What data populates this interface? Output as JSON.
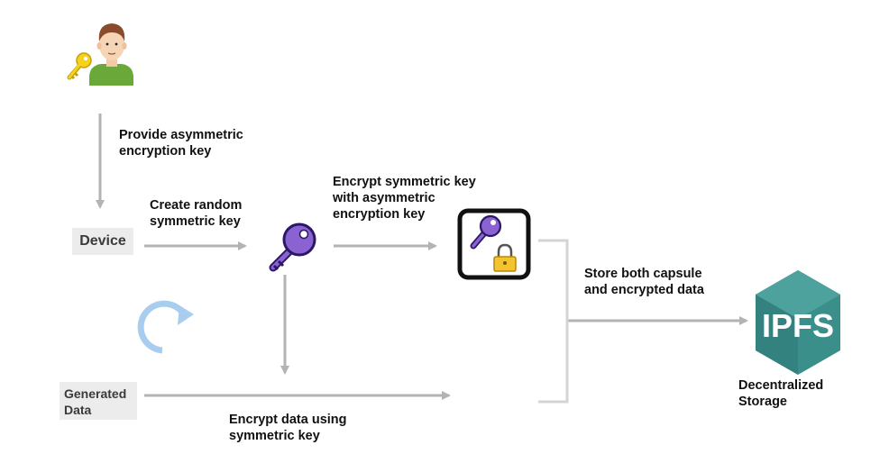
{
  "labels": {
    "provide_key": [
      "Provide asymmetric",
      "encryption key"
    ],
    "create_random": [
      "Create random",
      "symmetric key"
    ],
    "encrypt_symmetric": [
      "Encrypt symmetric key",
      "with asymmetric",
      "encryption key"
    ],
    "store_both": [
      "Store both capsule",
      "and encrypted data"
    ],
    "encrypt_data": [
      "Encrypt data using",
      "symmetric key"
    ]
  },
  "nodes": {
    "device": "Device",
    "generated_data": [
      "Generated",
      "Data"
    ],
    "storage_logo_text": "IPFS",
    "storage_caption": [
      "Decentralized",
      "Storage"
    ]
  },
  "icons": {
    "user": "person-icon",
    "user_key": "gold-key-icon",
    "symmetric_key": "purple-key-icon",
    "capsule": "locked-key-icon",
    "refresh": "circular-arrow-icon",
    "storage": "ipfs-hexagon-icon"
  },
  "colors": {
    "arrow": "#b3b3b3",
    "bracket": "#d4d4d4",
    "node_bg": "#ececec",
    "purple_key": "#8a62d2",
    "purple_key_outline": "#2a1766",
    "gold_key": "#f5d21c",
    "ipfs_teal": "#3b8f8b",
    "refresh_blue": "#a9cdee"
  }
}
